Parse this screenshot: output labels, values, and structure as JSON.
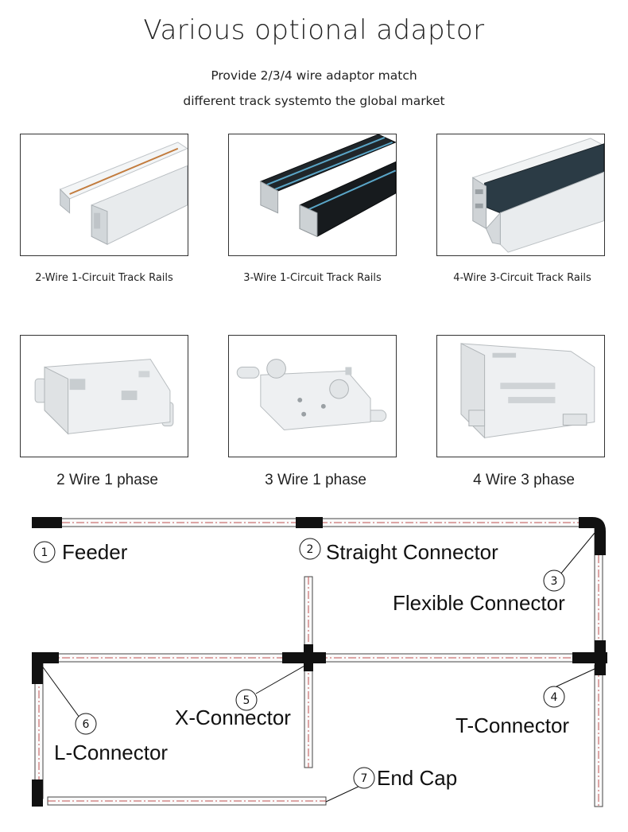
{
  "header": {
    "title": "Various optional adaptor",
    "subtitle_line1": "Provide 2/3/4 wire adaptor match",
    "subtitle_line2": "different track systemto the global market"
  },
  "rails": [
    {
      "label": "2-Wire 1-Circuit Track Rails",
      "color": "#e9ecee"
    },
    {
      "label": "3-Wire 1-Circuit Track Rails",
      "color": "#15191c"
    },
    {
      "label": "4-Wire 3-Circuit Track Rails",
      "color": "#e6e9ea"
    }
  ],
  "adaptors": [
    {
      "label": "2 Wire 1 phase"
    },
    {
      "label": "3 Wire 1 phase"
    },
    {
      "label": "4 Wire 3 phase"
    }
  ],
  "diagram": {
    "parts": [
      {
        "number": "1",
        "name": "Feeder"
      },
      {
        "number": "2",
        "name": "Straight Connector"
      },
      {
        "number": "3",
        "name": "Flexible Connector"
      },
      {
        "number": "4",
        "name": "T-Connector"
      },
      {
        "number": "5",
        "name": "X-Connector"
      },
      {
        "number": "6",
        "name": "L-Connector"
      },
      {
        "number": "7",
        "name": "End Cap"
      }
    ]
  }
}
